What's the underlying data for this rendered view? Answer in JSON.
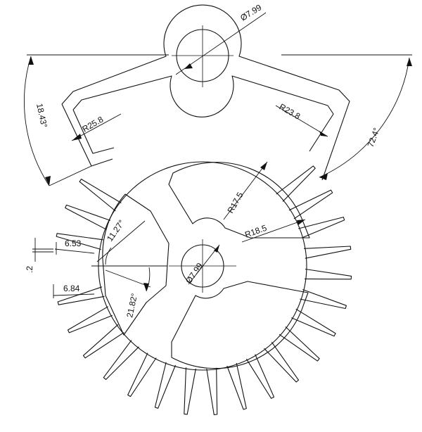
{
  "dimensions": {
    "top_hole_diameter": "Ø7.99",
    "center_hole_diameter": "Ø7.99",
    "left_bracket_angle": "18.43°",
    "right_bracket_angle": "72.4°",
    "left_radius": "R25.8",
    "right_radius": "R23.8",
    "inner_radius": "R17.5",
    "outer_radius": "R18.5",
    "fin_gap": "6.53",
    "fin_thickness": ".2",
    "fin_length": "6.84",
    "fin_angle_small": "11.27°",
    "fin_angle_large": "21.82°"
  },
  "colors": {
    "line": "#111111",
    "background": "#ffffff"
  }
}
